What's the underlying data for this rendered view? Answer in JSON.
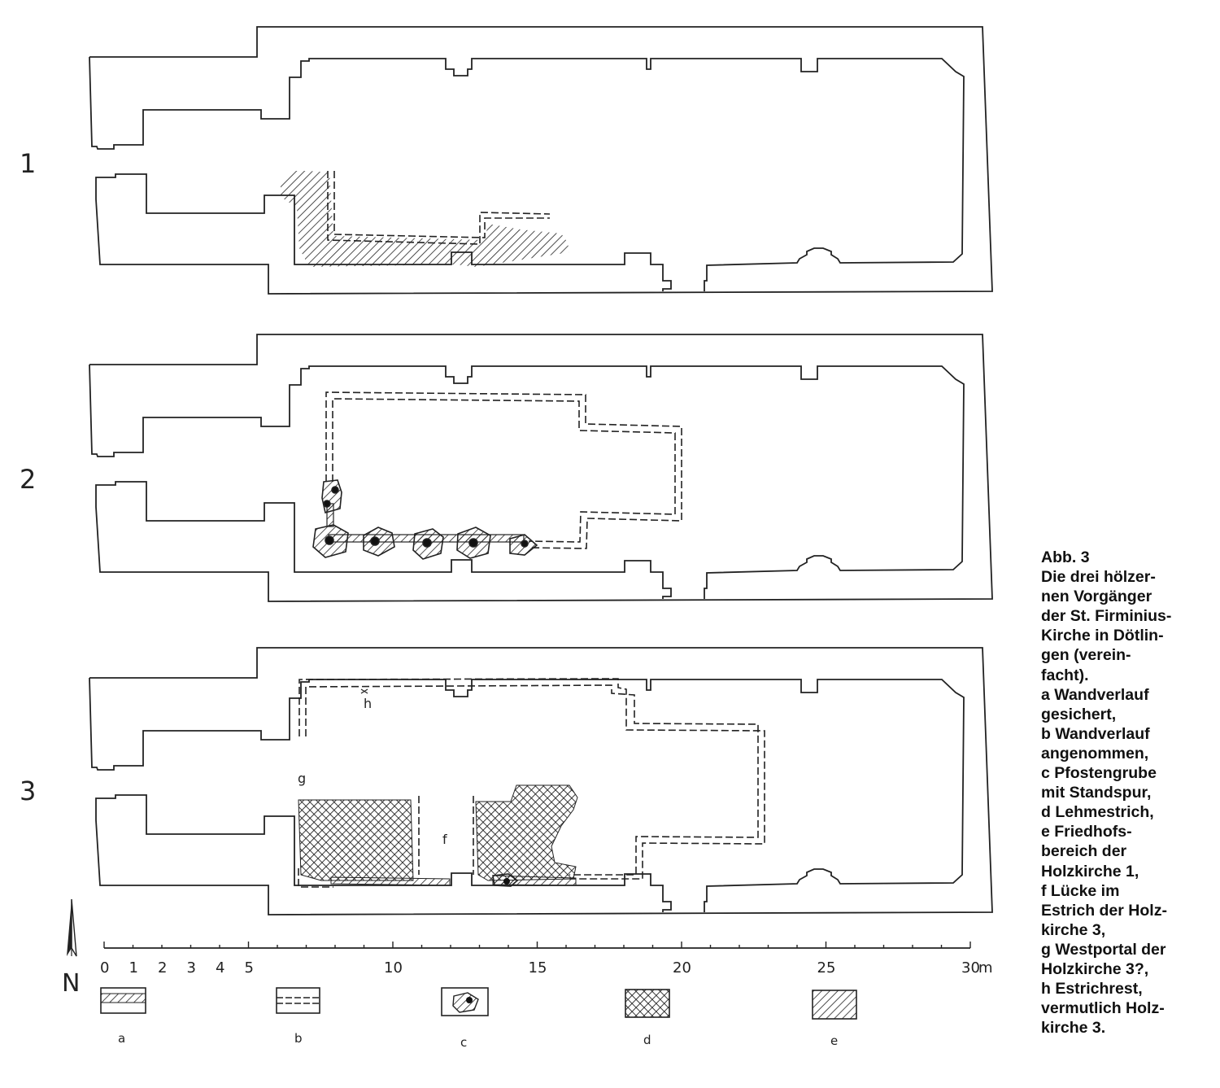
{
  "plans": [
    {
      "number": "1"
    },
    {
      "number": "2"
    },
    {
      "number": "3"
    }
  ],
  "annotations": {
    "f": "f",
    "g": "g",
    "h": "h"
  },
  "scale": {
    "ticks": [
      "0",
      "1",
      "2",
      "3",
      "4",
      "5",
      "10",
      "15",
      "20",
      "25",
      "30"
    ],
    "unit": "m"
  },
  "north_label": "N",
  "legend": [
    {
      "key": "a",
      "pattern": "hatched-wall"
    },
    {
      "key": "b",
      "pattern": "dashed-double-line"
    },
    {
      "key": "c",
      "pattern": "post-pit-with-mark"
    },
    {
      "key": "d",
      "pattern": "cross-hatch"
    },
    {
      "key": "e",
      "pattern": "diagonal-hatch"
    }
  ],
  "caption": {
    "lines": [
      "Abb. 3",
      "Die drei hölzer-",
      "nen Vorgänger",
      "der St. Firminius-",
      "Kirche in Dötlin-",
      "gen (verein-",
      "facht).",
      "a Wandverlauf",
      "gesichert,",
      "b Wandverlauf",
      "angenommen,",
      "c Pfostengrube",
      "mit Standspur,",
      "d Lehmestrich,",
      "e Friedhofs-",
      "bereich der",
      "Holzkirche 1,",
      "f Lücke im",
      "Estrich der Holz-",
      "kirche 3,",
      "g Westportal der",
      "Holzkirche 3?,",
      "h Estrichrest,",
      "vermutlich Holz-",
      "kirche 3."
    ]
  },
  "colors": {
    "ink": "#222222",
    "background": "#ffffff"
  }
}
